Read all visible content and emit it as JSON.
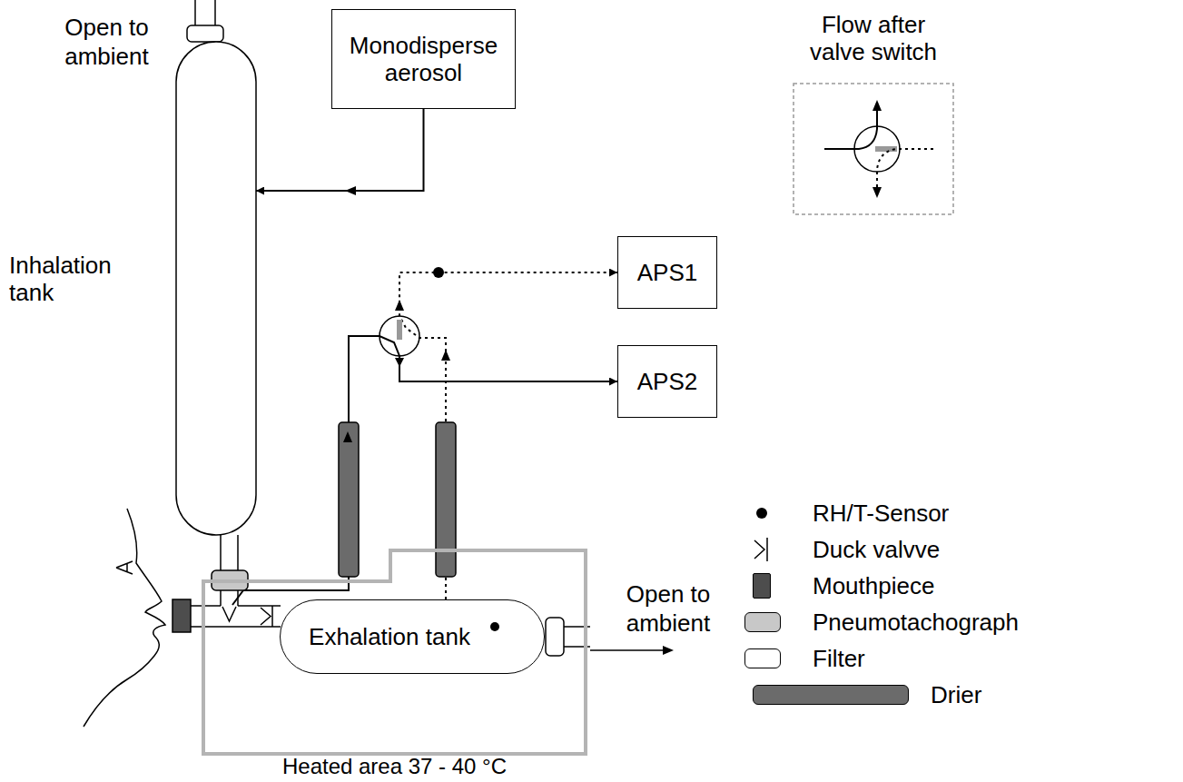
{
  "diagram": {
    "nodes": [
      {
        "text": [
          "Inhalation tank"
        ]
      },
      {
        "text": [
          "Monodisperse aerosol"
        ]
      },
      {
        "text": [
          "Flow after valve switch"
        ]
      },
      {
        "text": [
          "APS1"
        ]
      },
      {
        "text": [
          "APS2"
        ]
      },
      {
        "text": [
          "Heated area 37 - 40 °C"
        ]
      },
      {
        "text": [
          "Exhalation tank"
        ],
        "in": 5
      }
    ],
    "edges": [
      {
        "from": 1,
        "to": 0,
        "arrow": "to"
      },
      {
        "from": 0,
        "to": 4,
        "arrow": "to"
      },
      {
        "from": 6,
        "to": 3,
        "arrow": "to"
      }
    ],
    "labels": [
      "Open to ambient",
      "Open to ambient"
    ],
    "legend": [
      {
        "text": "RH/T-Sensor"
      },
      {
        "text": "Duck valvve"
      },
      {
        "text": "Mouthpiece",
        "color": "#4d4d4d"
      },
      {
        "text": "Pneumotachograph",
        "color": "#c8c8c8"
      },
      {
        "text": "Filter",
        "color": "#ffffff"
      },
      {
        "text": "Drier",
        "color": "#6b6b6b"
      }
    ]
  }
}
